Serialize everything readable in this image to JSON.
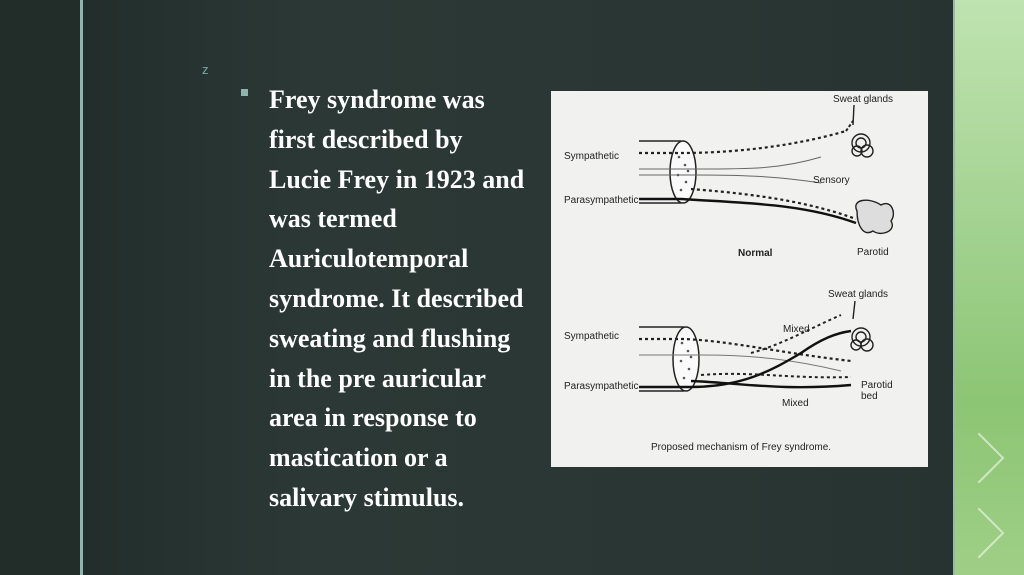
{
  "slide": {
    "corner_mark": "z",
    "body_text": "Frey syndrome was first described by Lucie Frey in 1923 and was termed Auriculotemporal syndrome. It described sweating and flushing in the pre auricular area in response to mastication or a salivary stimulus."
  },
  "figure": {
    "normal": {
      "sympathetic": "Sympathetic",
      "parasympathetic": "Parasympathetic",
      "sensory": "Sensory",
      "sweat_glands": "Sweat glands",
      "parotid": "Parotid",
      "caption": "Normal"
    },
    "frey": {
      "sympathetic": "Sympathetic",
      "parasympathetic": "Parasympathetic",
      "sweat_glands": "Sweat glands",
      "mixed_top": "Mixed",
      "mixed_bottom": "Mixed",
      "parotid_line1": "Parotid",
      "parotid_line2": "bed",
      "caption": "Proposed mechanism of Frey syndrome."
    }
  },
  "colors": {
    "background": "#2a3532",
    "accent_band": "#a6d494",
    "text": "#ffffff"
  }
}
